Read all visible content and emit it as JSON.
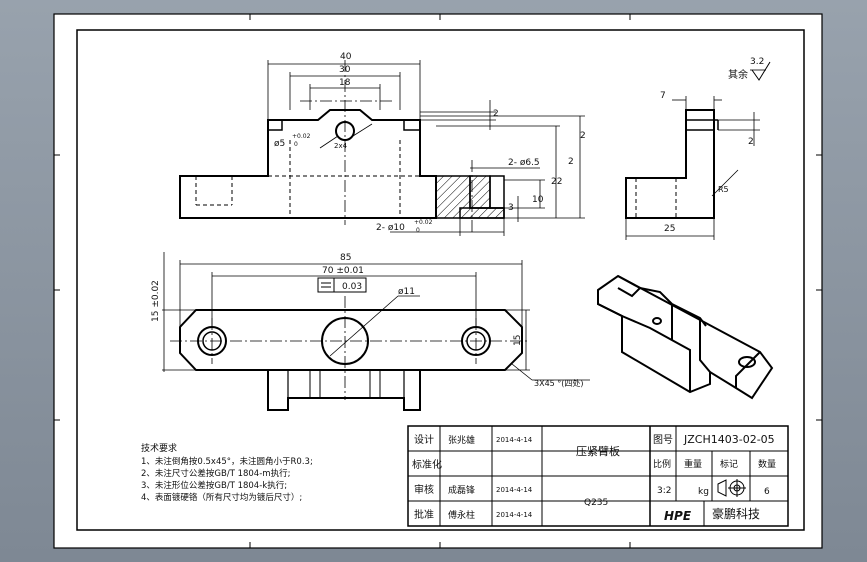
{
  "dimensions": {
    "d40": "40",
    "d30": "30",
    "d18": "18",
    "d2_top": "2",
    "d2_right": "2",
    "d2_b": "2",
    "d22": "22",
    "d10": "10",
    "d3": "3",
    "hole_top": "ø5",
    "hole_top_tol": "+0.02",
    "hole_top_tol_lo": "0",
    "dim_2x4": "2x4",
    "c_bore": "2- ø6.5",
    "hole_bottom": "2- ø10",
    "hole_bottom_tol": "+0.02",
    "hole_bottom_tol_lo": "0",
    "d7": "7",
    "d2_side": "2",
    "dR5": "R5",
    "d25": "25",
    "d85": "85",
    "d70": "70 ±0.01",
    "flatness": "0.03",
    "d11": "ø11",
    "d15": "15 ±0.02",
    "d15b": "15",
    "chamfer": "3X45 °(四处)"
  },
  "roughness": {
    "label": "其余",
    "value": "3.2"
  },
  "notes": {
    "title": "技术要求",
    "lines": [
      "1、未注倒角按0.5x45°，未注圆角小于R0.3;",
      "2、未注尺寸公差按GB/T 1804-m执行;",
      "3、未注形位公差按GB/T 1804-k执行;",
      "4、表面镀硬铬（所有尺寸均为镀后尺寸）;"
    ]
  },
  "title_block": {
    "design_label": "设计",
    "design_name": "张兆雄",
    "design_date": "2014-4-14",
    "standard_label": "标准化",
    "review_label": "审核",
    "review_name": "成磊锋",
    "review_date": "2014-4-14",
    "approve_label": "批准",
    "approve_name": "傅永柱",
    "approve_date": "2014-4-14",
    "part_name": "压紧臂板",
    "material": "Q235",
    "drawing_no_label": "图号",
    "drawing_no": "JZCH1403-02-05",
    "scale_label": "比例",
    "weight_label": "重量",
    "mark_label": "标记",
    "qty_label": "数量",
    "scale": "3:2",
    "weight_unit": "kg",
    "qty": "6",
    "logo_text": "HPE",
    "company": "豪鹏科技"
  }
}
